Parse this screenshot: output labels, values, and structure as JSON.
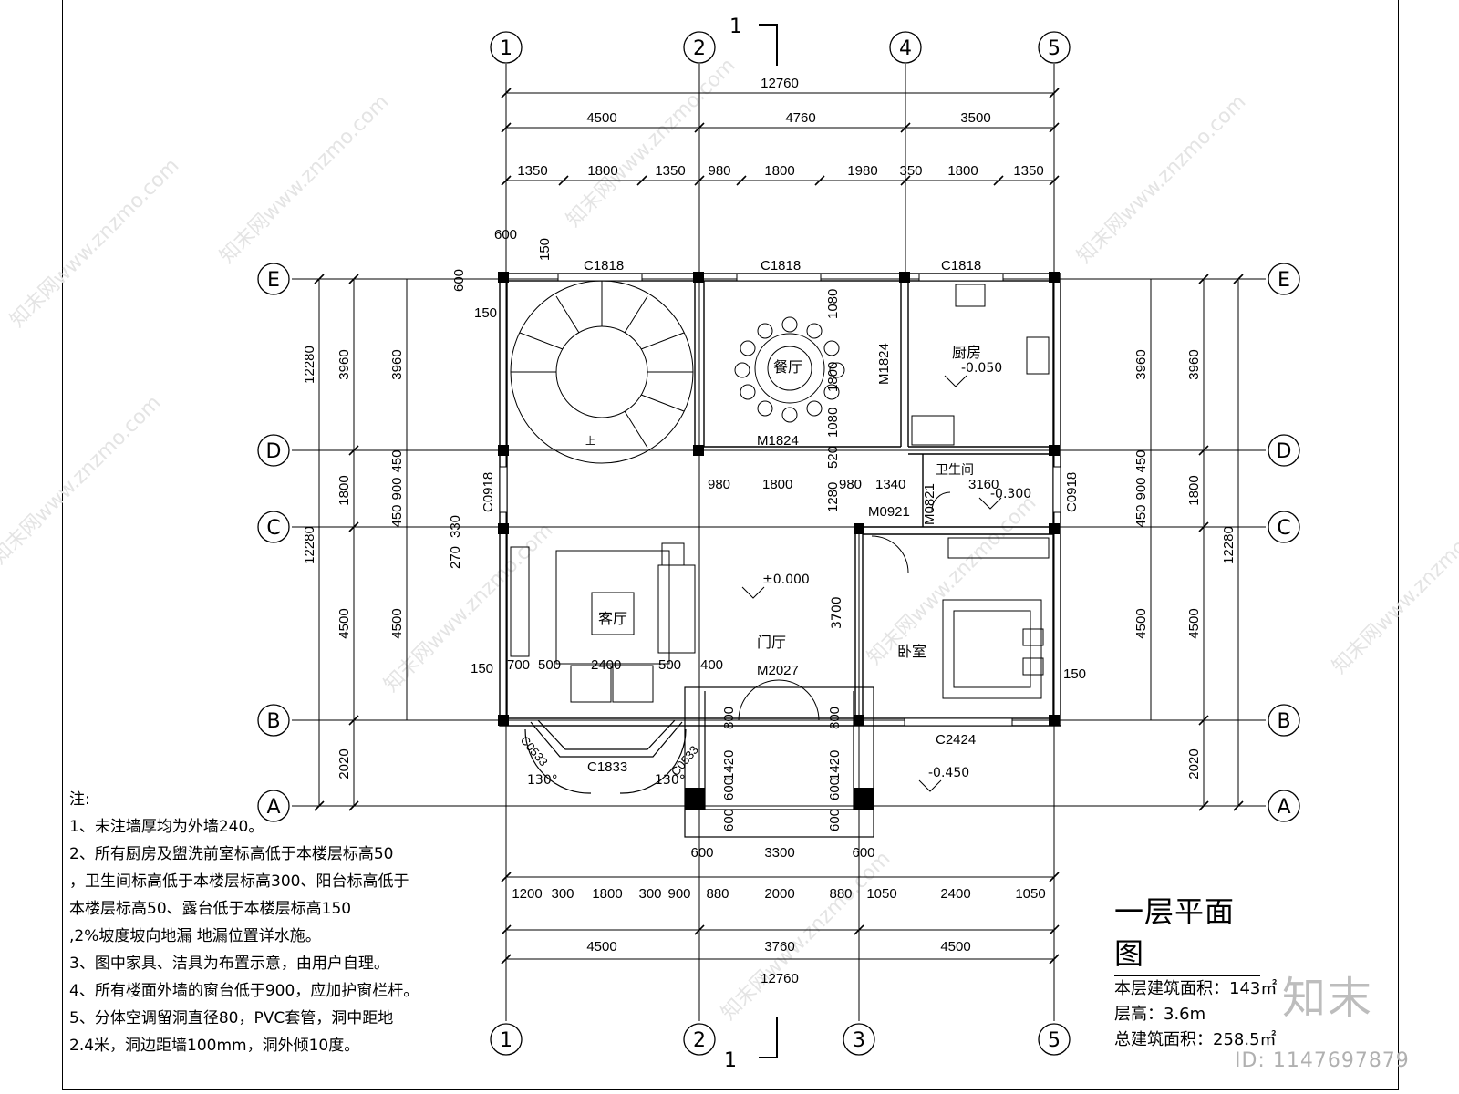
{
  "drawing": {
    "axes_top": [
      "1",
      "2",
      "4",
      "5"
    ],
    "axes_bottom": [
      "1",
      "2",
      "3",
      "5"
    ],
    "axes_rows": [
      "E",
      "D",
      "C",
      "B",
      "A"
    ],
    "section_mark": "1",
    "dims": {
      "top_total": "12760",
      "top_bays": [
        "4500",
        "4760",
        "3500"
      ],
      "top_openings": [
        "1350",
        "1800",
        "1350",
        "980",
        "1800",
        "1980",
        "350",
        "1800",
        "1350"
      ],
      "bottom_openings": [
        "1200",
        "300",
        "1800",
        "300",
        "900",
        "880",
        "2000",
        "880",
        "1050",
        "2400",
        "1050"
      ],
      "bottom_bays": [
        "4500",
        "3760",
        "4500"
      ],
      "bottom_total": "12760",
      "left_bays": [
        "3960",
        "1800",
        "4500",
        "2020"
      ],
      "left_total": "12280",
      "left_inner": [
        "3960",
        "450",
        "900",
        "450",
        "4500"
      ],
      "right_bays": [
        "3960",
        "1800",
        "4500",
        "2020"
      ],
      "right_total": "12280",
      "right_inner": [
        "3960",
        "450",
        "900",
        "450",
        "4500"
      ],
      "porch": [
        "600",
        "3300",
        "600"
      ],
      "misc": [
        "600",
        "150",
        "600",
        "150",
        "1080",
        "1800",
        "1080",
        "520",
        "1280",
        "980",
        "1800",
        "980",
        "1340",
        "3160",
        "270",
        "330",
        "700",
        "500",
        "2400",
        "500",
        "400",
        "150",
        "1420",
        "800",
        "600",
        "600",
        "1420",
        "800",
        "600",
        "600",
        "150"
      ]
    },
    "windows": [
      "C1818",
      "C1818",
      "C1818",
      "C0918",
      "C0918",
      "C1833",
      "C2424",
      "C0533",
      "C0533"
    ],
    "doors": [
      "M1824",
      "M1824",
      "M0921",
      "M0821",
      "M2027"
    ],
    "rooms": {
      "dining": "餐厅",
      "kitchen": "厨房",
      "kitchen_level": "-0.050",
      "bath": "卫生间",
      "bath_level": "-0.300",
      "living": "客厅",
      "hall": "门厅",
      "hall_level": "±0.000",
      "bedroom": "卧室",
      "outside_level": "-0.450",
      "hall_height": "3700",
      "stair_up": "上",
      "angle": "130°"
    }
  },
  "notes": {
    "heading": "注:",
    "lines": [
      "1、未注墙厚均为外墙240。",
      "2、所有厨房及盥洗前室标高低于本楼层标高50",
      "，卫生间标高低于本楼层标高300、阳台标高低于",
      "本楼层标高50、露台低于本楼层标高150",
      " ,2%坡度坡向地漏 地漏位置详水施。",
      "3、图中家具、洁具为布置示意，由用户自理。",
      "4、所有楼面外墙的窗台低于900，应加护窗栏杆。",
      "5、分体空调留洞直径80，PVC套管，洞中距地",
      "2.4米，洞边距墙100mm，洞外倾10度。"
    ]
  },
  "title_block": {
    "title": "一层平面图",
    "area_line": "本层建筑面积：143㎡",
    "height_line": "层高：3.6m",
    "total_line": "总建筑面积：258.5㎡"
  },
  "watermark": {
    "logo": "知末",
    "id": "ID: 1147697879",
    "site": "知末网www.znzmo.com"
  }
}
